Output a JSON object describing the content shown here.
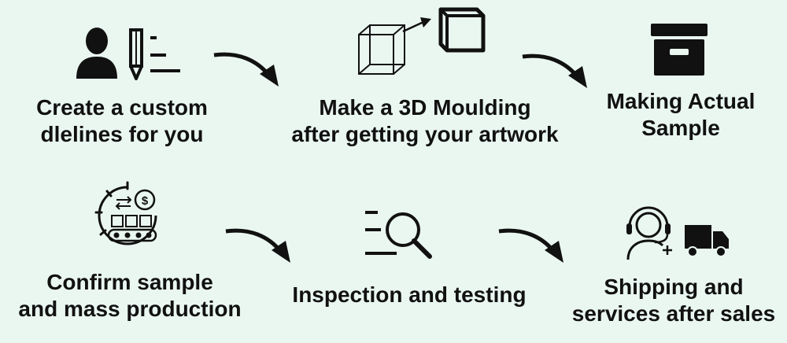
{
  "steps": [
    {
      "id": 1,
      "line1": "Create a custom",
      "line2": "dlelines for you",
      "icon": "person-design-icon"
    },
    {
      "id": 2,
      "line1": "Make a 3D Moulding",
      "line2": "after getting your artwork",
      "icon": "3d-cube-icon"
    },
    {
      "id": 3,
      "line1": "Making Actual",
      "line2": "Sample",
      "icon": "archive-box-icon"
    },
    {
      "id": 4,
      "line1": "Confirm sample",
      "line2": "and mass production",
      "icon": "production-gear-icon"
    },
    {
      "id": 5,
      "line1": "Inspection and testing",
      "line2": "",
      "icon": "search-list-icon"
    },
    {
      "id": 6,
      "line1": "Shipping and",
      "line2": "services after sales",
      "icon": "support-truck-icon"
    }
  ],
  "colors": {
    "background": "#eaf7f1",
    "ink": "#111111"
  }
}
